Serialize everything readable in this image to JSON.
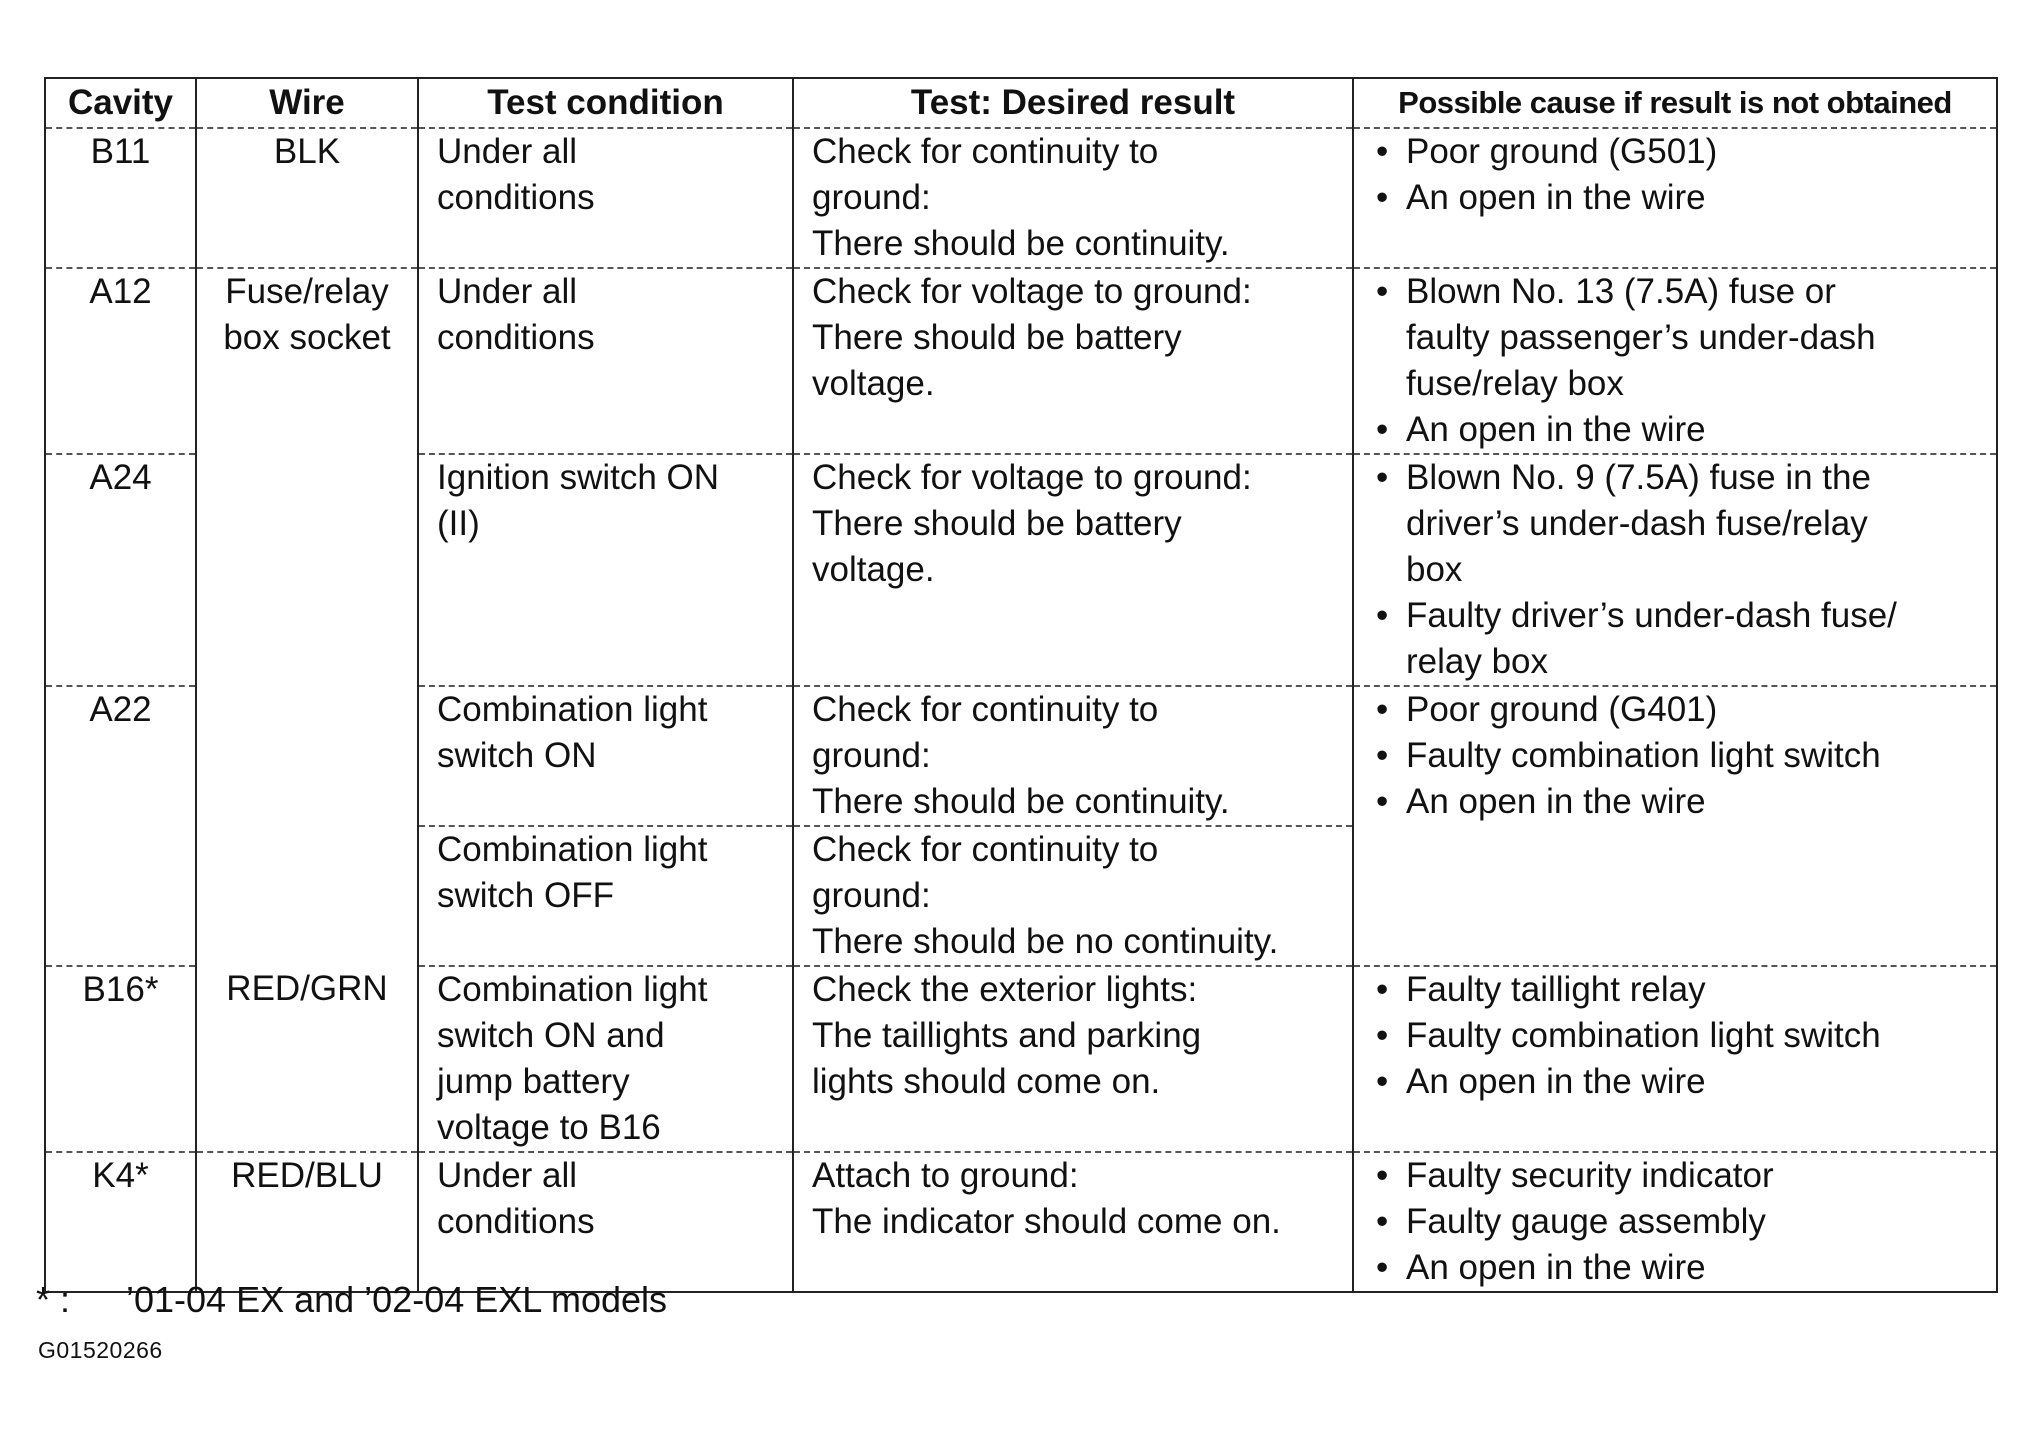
{
  "table": {
    "headers": {
      "cavity": "Cavity",
      "wire": "Wire",
      "condition": "Test condition",
      "result": "Test: Desired result",
      "cause": "Possible cause if result is not obtained"
    },
    "rows": [
      {
        "cavity": "B11",
        "wire": "BLK",
        "condition": [
          "Under all",
          "conditions"
        ],
        "result": [
          "Check for continuity to",
          "ground:",
          "There should be continuity."
        ],
        "causes": [
          "Poor ground (G501)",
          "An open in the wire"
        ]
      },
      {
        "cavity": "A12",
        "wire": [
          "Fuse/relay",
          "box socket"
        ],
        "condition": [
          "Under all",
          "conditions"
        ],
        "result": [
          "Check for voltage to ground:",
          "There should be battery",
          "voltage."
        ],
        "causes": [
          [
            "Blown No. 13 (7.5A) fuse or",
            "faulty passenger’s under-dash",
            "fuse/relay box"
          ],
          [
            "An open in the wire"
          ]
        ]
      },
      {
        "cavity": "A24",
        "condition": [
          "Ignition switch ON",
          "(II)"
        ],
        "result": [
          "Check for voltage to ground:",
          "There should be battery",
          "voltage."
        ],
        "causes": [
          [
            "Blown No. 9 (7.5A) fuse in the",
            "driver’s under-dash fuse/relay",
            "box"
          ],
          [
            "Faulty driver’s under-dash fuse/",
            "relay box"
          ]
        ]
      },
      {
        "cavity": "A22",
        "condition_on": [
          "Combination light",
          "switch ON"
        ],
        "result_on": [
          "Check for continuity to",
          "ground:",
          "There should be continuity."
        ],
        "condition_off": [
          "Combination light",
          "switch OFF"
        ],
        "result_off": [
          "Check for continuity to",
          "ground:",
          "There should be no continuity."
        ],
        "causes": [
          "Poor ground (G401)",
          "Faulty combination light switch",
          "An open in the wire"
        ]
      },
      {
        "cavity": "B16*",
        "wire": "RED/GRN",
        "condition": [
          "Combination light",
          "switch ON and",
          "jump battery",
          "voltage to B16"
        ],
        "result": [
          "Check the exterior lights:",
          "The taillights and parking",
          "lights should come on."
        ],
        "causes": [
          "Faulty taillight relay",
          "Faulty combination light switch",
          "An open in the wire"
        ]
      },
      {
        "cavity": "K4*",
        "wire": "RED/BLU",
        "condition": [
          "Under all",
          "conditions"
        ],
        "result": [
          "Attach to ground:",
          "The indicator should come on."
        ],
        "causes": [
          "Faulty security indicator",
          "Faulty gauge assembly",
          "An open in the wire"
        ]
      }
    ]
  },
  "footnote": {
    "mark": "* :",
    "text": "’01-04 EX and ’02-04 EXL models"
  },
  "figure_code": "G01520266"
}
